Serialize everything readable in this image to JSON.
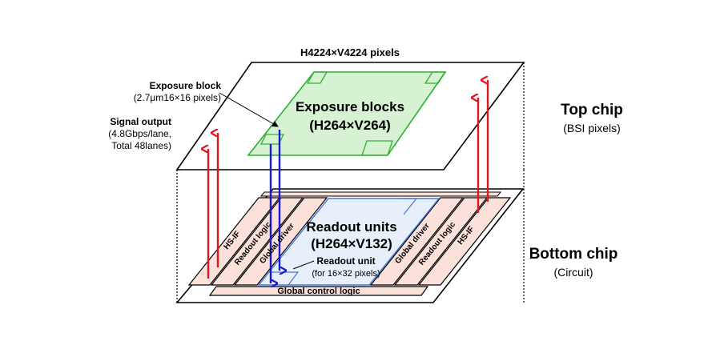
{
  "title": "H4224×V4224 pixels",
  "exposure_block": {
    "name": "Exposure block",
    "detail": "(2.7μm16×16 pixels)"
  },
  "signal_output": {
    "name": "Signal output",
    "line1": "(4.8Gbps/lane,",
    "line2": "Total 48lanes)"
  },
  "exposure_blocks": {
    "line1": "Exposure blocks",
    "line2": "(H264×V264)"
  },
  "top_chip": {
    "name": "Top chip",
    "detail": "(BSI pixels)"
  },
  "bottom_chip": {
    "name": "Bottom chip",
    "detail": "(Circuit)"
  },
  "readout_units": {
    "line1": "Readout units",
    "line2": "(H264×V132)"
  },
  "readout_unit": {
    "name": "Readout unit",
    "detail": "(for 16×32 pixels)"
  },
  "strips": {
    "hs_if": "HS-IF",
    "readout_logic": "Readout logic",
    "global_driver": "Global driver",
    "global_control": "Global control logic"
  },
  "colors": {
    "green": "#2db22d",
    "green_fill": "#d6f2d2",
    "blue": "#1818d8",
    "blue_fill": "#e6effa",
    "red": "#e0151d",
    "strip_fill": "#fbe1d9"
  }
}
